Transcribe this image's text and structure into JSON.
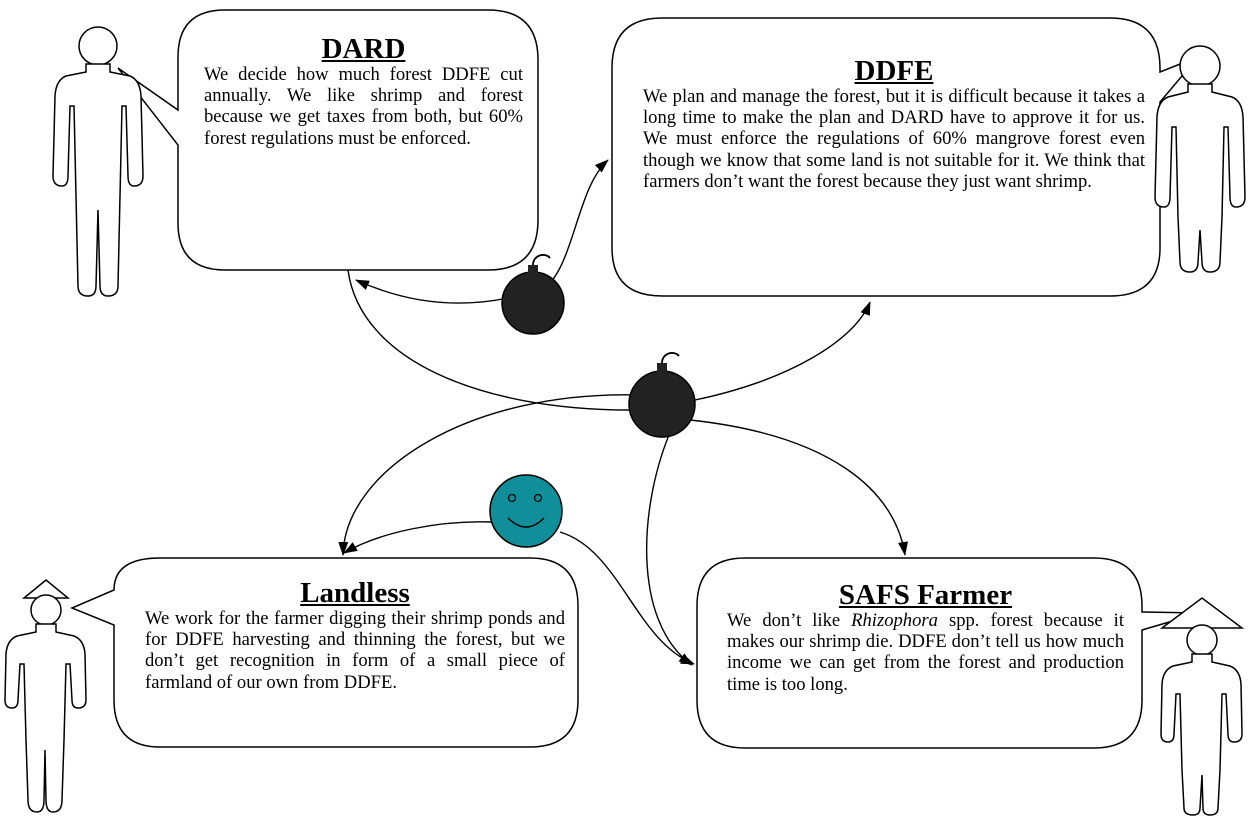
{
  "actors": {
    "dard": {
      "title": "DARD",
      "text": "We decide how much forest DDFE cut annually. We like shrimp and forest because we get taxes from both, but 60% forest regulations must be enforced."
    },
    "ddfe": {
      "title": "DDFE",
      "text": "We plan and manage the forest, but it is difficult because it takes a long time to make the plan and DARD have to approve it for us. We must enforce the regulations of 60% mangrove forest even though we know that some land is not suitable for it. We think that farmers don’t want the forest because they just want shrimp."
    },
    "landless": {
      "title": "Landless",
      "text": "We work for the farmer digging their shrimp ponds and for DDFE harvesting and thinning the forest, but we don’t get recognition in form of a small piece of farmland of our own from DDFE."
    },
    "safs_farmer": {
      "title": "SAFS Farmer",
      "text_before_italic": "We don’t like ",
      "text_italic": "Rhizophora",
      "text_after_italic": " spp. forest because it makes our shrimp die. DDFE don’t tell us how much income we can get from the forest and production time is too long."
    }
  },
  "relation_icons": {
    "conflict": "bomb-icon",
    "positive": "smiley-face-icon"
  },
  "colors": {
    "bomb": "#222222",
    "smiley": "#108e99",
    "stroke": "#000000"
  }
}
